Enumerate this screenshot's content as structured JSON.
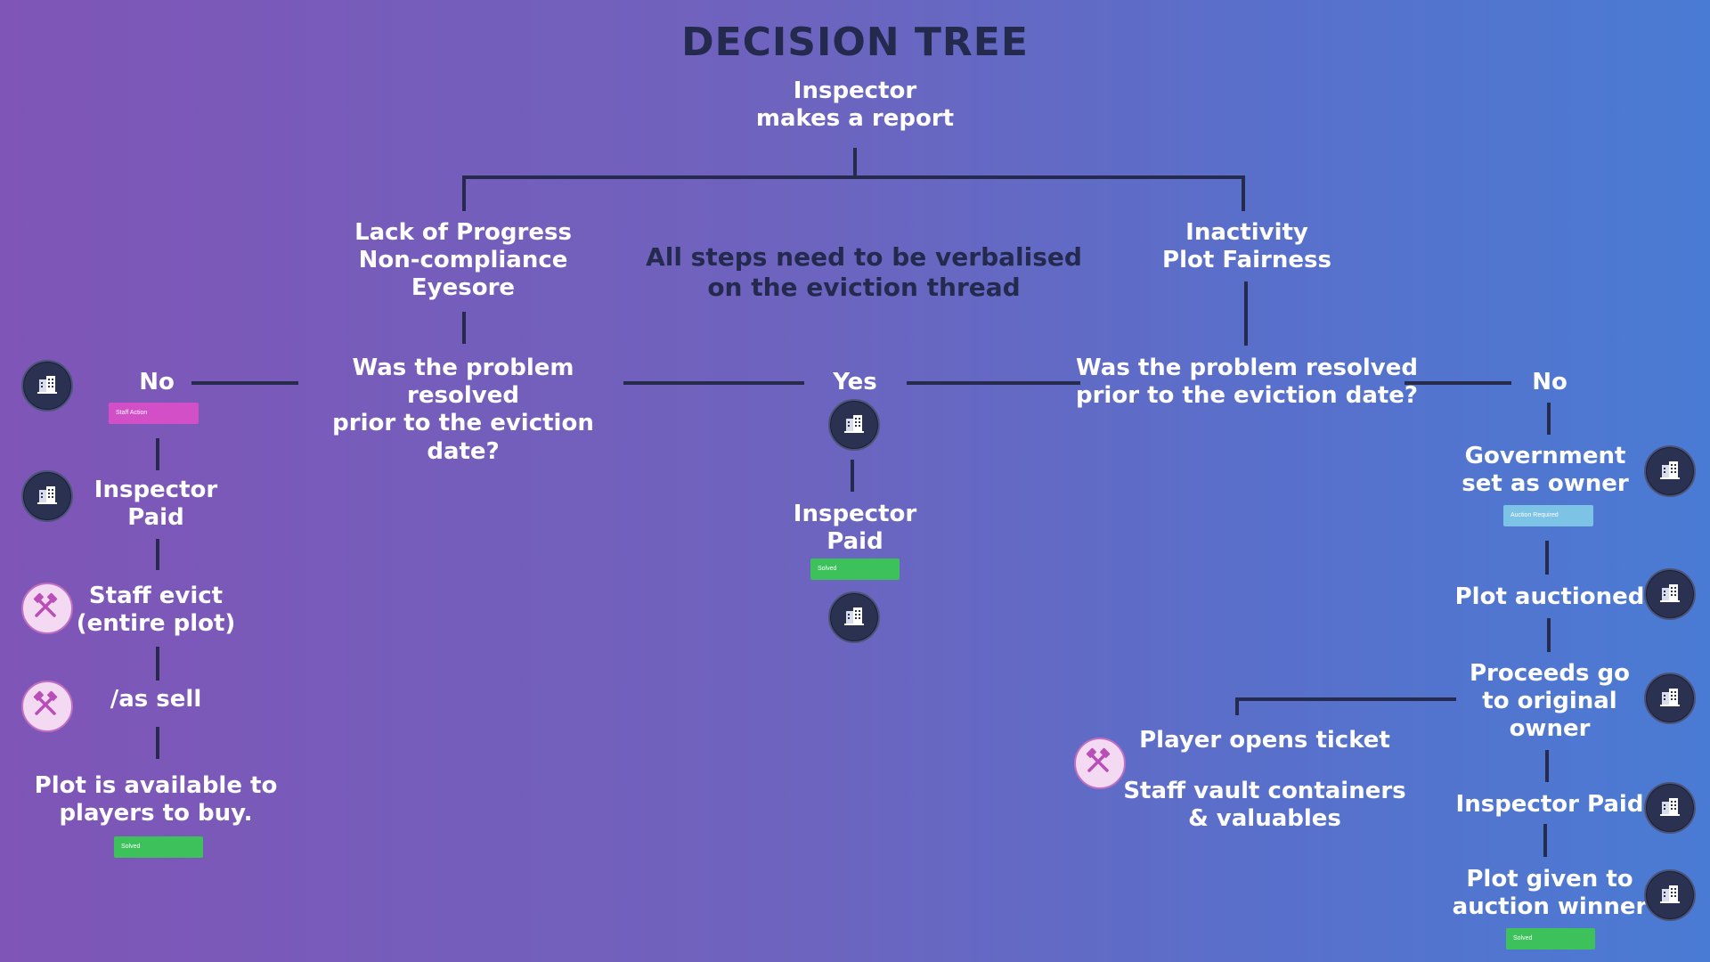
{
  "title": "DECISION TREE",
  "root": "Inspector\nmakes a report",
  "note": "All steps need to be verbalised\non the eviction thread",
  "left_branch": {
    "categories": "Lack of Progress\nNon-compliance\nEyesore",
    "question": "Was the problem resolved\nprior to the eviction date?",
    "no_label": "No",
    "no_tag": "Staff Action",
    "steps": {
      "inspector_paid": "Inspector\nPaid",
      "staff_evict": "Staff evict\n(entire plot)",
      "as_sell": "/as sell",
      "available": "Plot is available to\nplayers to buy."
    },
    "final_tag": "Solved"
  },
  "center": {
    "yes_label": "Yes",
    "inspector_paid": "Inspector\nPaid",
    "tag": "Solved"
  },
  "right_branch": {
    "categories": "Inactivity\nPlot Fairness",
    "question": "Was the problem resolved\nprior to the eviction date?",
    "no_label": "No",
    "steps": {
      "government": "Government\nset as owner",
      "auctioned": "Plot auctioned",
      "proceeds": "Proceeds go\nto original\nowner",
      "inspector_paid": "Inspector Paid",
      "given": "Plot given to\nauction winner"
    },
    "government_tag": "Auction Required",
    "final_tag": "Solved",
    "ticket": "Player opens ticket",
    "vault": "Staff vault containers\n& valuables"
  },
  "colors": {
    "line": "#262b4d",
    "tag_staff_action": "#d24fc8",
    "tag_auction_required": "#7cc3e6",
    "tag_solved": "#3cc15b"
  },
  "icons": {
    "inspector": "building-badge-icon",
    "staff": "crossed-hammers-badge-icon"
  }
}
